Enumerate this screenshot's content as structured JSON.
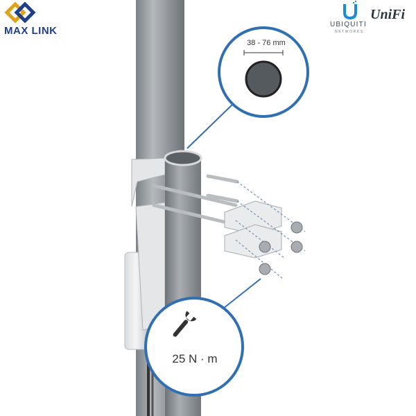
{
  "brands": {
    "maxlink": "MAX LINK",
    "ubiquiti": "UBIQUITI",
    "ubiquiti_sub": "NETWORKS",
    "unifi": "UniFi"
  },
  "callouts": {
    "pole_diameter": "38 - 76 mm",
    "torque": "25 N · m"
  },
  "icons": [
    "maxlink-logo-icon",
    "ubiquiti-logo-icon",
    "wrench-icon"
  ],
  "colors": {
    "pole": "#8e9296",
    "pole_highlight": "#c7cacd",
    "bracket": "#dfe2e5",
    "outline": "#2f6fb2",
    "maxlink_blue": "#1f3f8a",
    "maxlink_gold": "#e3a11a",
    "ubiquiti_blue": "#1d8ad6",
    "bolt": "#a9adb1"
  }
}
